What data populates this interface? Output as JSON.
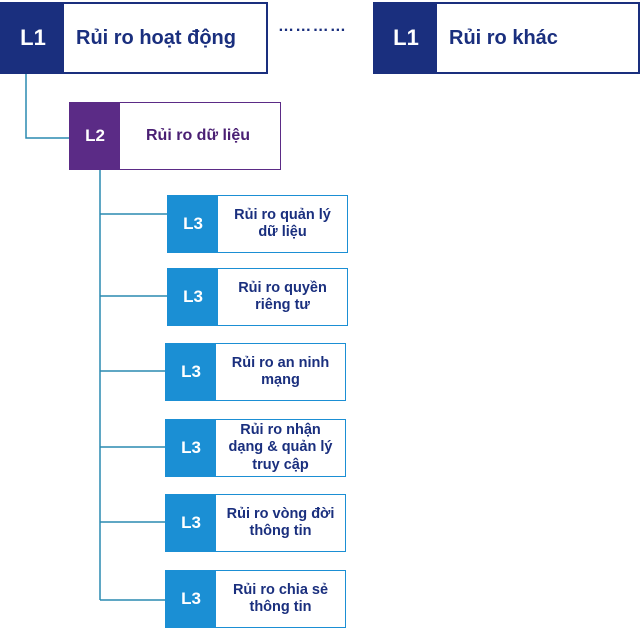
{
  "colors": {
    "l1": "#1a2f7e",
    "l2": "#5b2b86",
    "l3": "#1b8fd4"
  },
  "level1": [
    {
      "tag": "L1",
      "label": "Rủi ro hoạt động"
    },
    {
      "tag": "L1",
      "label": "Rủi ro khác"
    }
  ],
  "ellipsis": "…………",
  "level2": {
    "tag": "L2",
    "label": "Rủi ro dữ liệu"
  },
  "level3": [
    {
      "tag": "L3",
      "label": "Rủi ro quản lý dữ liệu"
    },
    {
      "tag": "L3",
      "label": "Rủi ro quyền riêng tư"
    },
    {
      "tag": "L3",
      "label": "Rủi ro an ninh mạng"
    },
    {
      "tag": "L3",
      "label": "Rủi ro nhận dạng & quản lý truy cập"
    },
    {
      "tag": "L3",
      "label": "Rủi ro vòng đời thông tin"
    },
    {
      "tag": "L3",
      "label": "Rủi ro chia sẻ thông tin"
    }
  ]
}
